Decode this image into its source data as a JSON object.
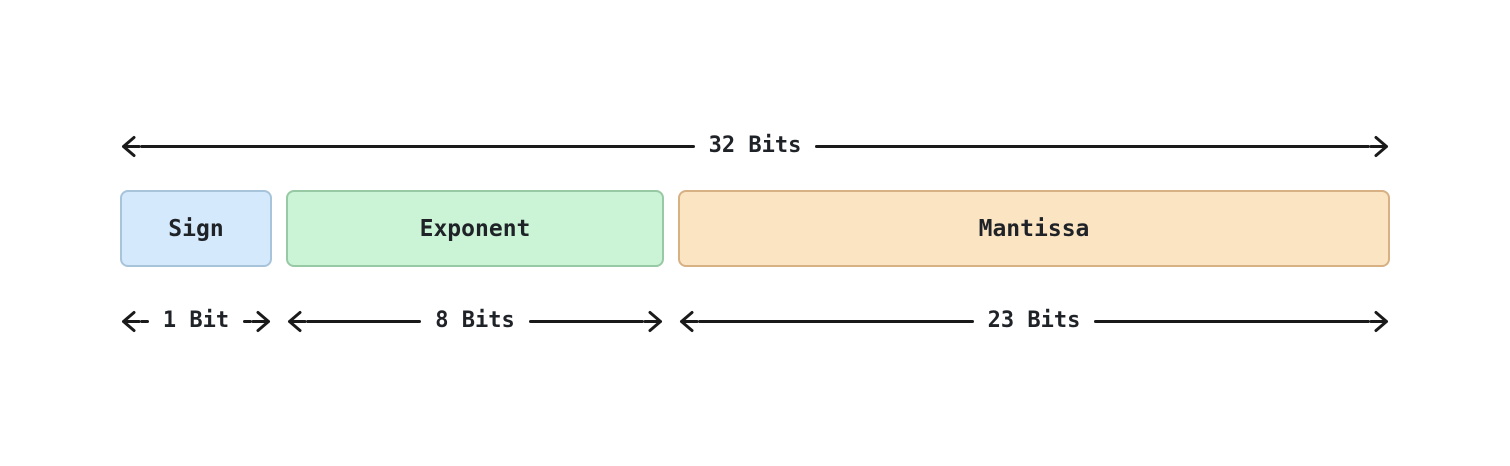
{
  "diagram": {
    "total": {
      "label": "32 Bits"
    },
    "fields": [
      {
        "name": "Sign",
        "bits_label": "1 Bit",
        "fill": "#d4e9fb",
        "border": "#a7c4db"
      },
      {
        "name": "Exponent",
        "bits_label": "8 Bits",
        "fill": "#cbf3d6",
        "border": "#97c9a4"
      },
      {
        "name": "Mantissa",
        "bits_label": "23 Bits",
        "fill": "#fbe4c2",
        "border": "#d7b084"
      }
    ],
    "colors": {
      "arrow": "#1a1a1a",
      "text": "#1f2328",
      "background": "#ffffff"
    }
  }
}
